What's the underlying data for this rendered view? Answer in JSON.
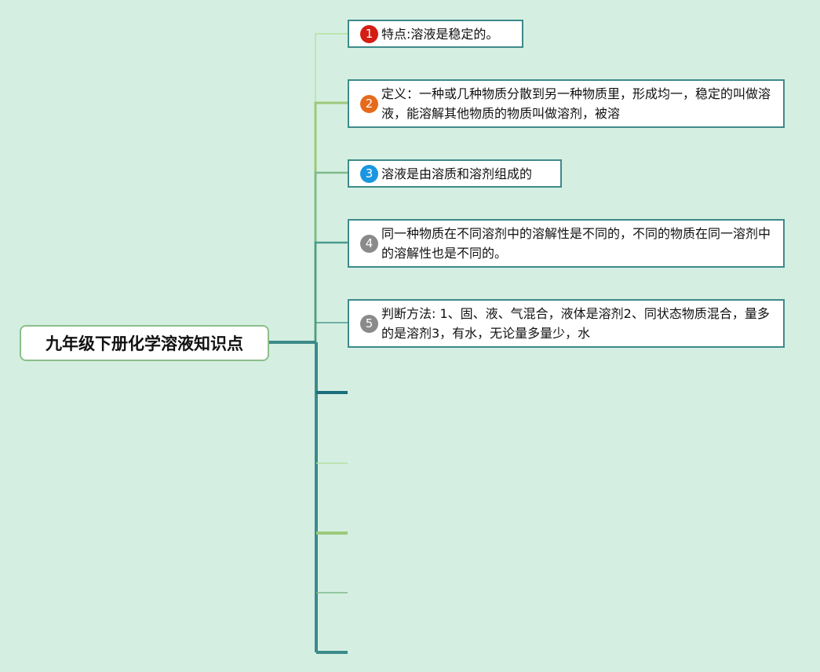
{
  "root": {
    "label": "九年级下册化学溶液知识点"
  },
  "nodes": [
    {
      "number": "1",
      "badge_color": "#d41e13",
      "text": "特点:溶液是稳定的。"
    },
    {
      "number": "2",
      "badge_color": "#e66a1c",
      "text": "定义：一种或几种物质分散到另一种物质里，形成均一，稳定的叫做溶液，能溶解其他物质的物质叫做溶剂，被溶"
    },
    {
      "number": "3",
      "badge_color": "#1a96e0",
      "text": "溶液是由溶质和溶剂组成的"
    },
    {
      "number": "4",
      "badge_color": "#8a8a8a",
      "text": "同一种物质在不同溶剂中的溶解性是不同的，不同的物质在同一溶剂中的溶解性也是不同的。"
    },
    {
      "number": "5",
      "badge_color": "#8a8a8a",
      "text": "判断方法: 1、固、液、气混合，液体是溶剂2、同状态物质混合，量多的是溶剂3，有水，无论量多量少，水"
    }
  ],
  "colors": {
    "background": "#d4efe1",
    "trunk": "#3d8a8a",
    "light_green": "#b5e0a0",
    "mid_green": "#9cc97a",
    "teal": "#4a9a8e",
    "dark_teal": "#1b6e7c"
  }
}
